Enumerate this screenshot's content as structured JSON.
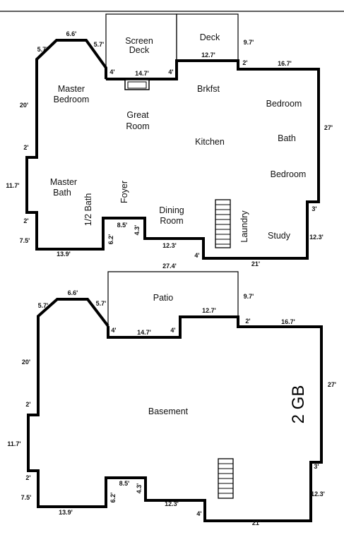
{
  "colors": {
    "wall": "#000000",
    "background": "#ffffff"
  },
  "main_floor": {
    "rooms": {
      "screen_deck": [
        "Screen",
        "Deck"
      ],
      "deck": "Deck",
      "master_bedroom": [
        "Master",
        "Bedroom"
      ],
      "great_room": [
        "Great",
        "Room"
      ],
      "brkfst": "Brkfst",
      "bedroom_1": "Bedroom",
      "kitchen": "Kitchen",
      "bath": "Bath",
      "bedroom_2": "Bedroom",
      "master_bath": [
        "Master",
        "Bath"
      ],
      "half_bath": "1/2 Bath",
      "foyer": "Foyer",
      "dining_room": [
        "Dining",
        "Room"
      ],
      "laundry": "Laundry",
      "study": "Study"
    },
    "dims": {
      "d6_6": "6.6'",
      "d5_7a": "5.7'",
      "d5_7b": "5.7'",
      "d9_7": "9.7'",
      "d12_7": "12.7'",
      "d2a": "2'",
      "d16_7": "16.7'",
      "d4a": "4'",
      "d14_7": "14.7'",
      "d4b": "4'",
      "d20": "20'",
      "d27": "27'",
      "d2b": "2'",
      "d11_7": "11.7'",
      "d2c": "2'",
      "d3": "3'",
      "d7_5": "7.5'",
      "d8_5": "8.5'",
      "d6_2": "6.2'",
      "d4_3": "4.3'",
      "d12_3a": "12.3'",
      "d12_3b": "12.3'",
      "d13_9": "13.9'",
      "d4c": "4'",
      "d21": "21'"
    }
  },
  "basement": {
    "rooms": {
      "patio": "Patio",
      "basement": "Basement"
    },
    "label_2gb": "2 GB",
    "dims": {
      "d27_4": "27.4'",
      "d6_6": "6.6'",
      "d5_7a": "5.7'",
      "d5_7b": "5.7'",
      "d9_7": "9.7'",
      "d12_7": "12.7'",
      "d2a": "2'",
      "d16_7": "16.7'",
      "d4a": "4'",
      "d14_7": "14.7'",
      "d4b": "4'",
      "d20": "20'",
      "d27": "27'",
      "d2b": "2'",
      "d11_7": "11.7'",
      "d2c": "2'",
      "d3": "3'",
      "d7_5": "7.5'",
      "d8_5": "8.5'",
      "d6_2": "6.2'",
      "d4_3": "4.3'",
      "d12_3a": "12.3'",
      "d12_3b": "12.3'",
      "d13_9": "13.9'",
      "d4c": "4'",
      "d21": "21'"
    }
  }
}
